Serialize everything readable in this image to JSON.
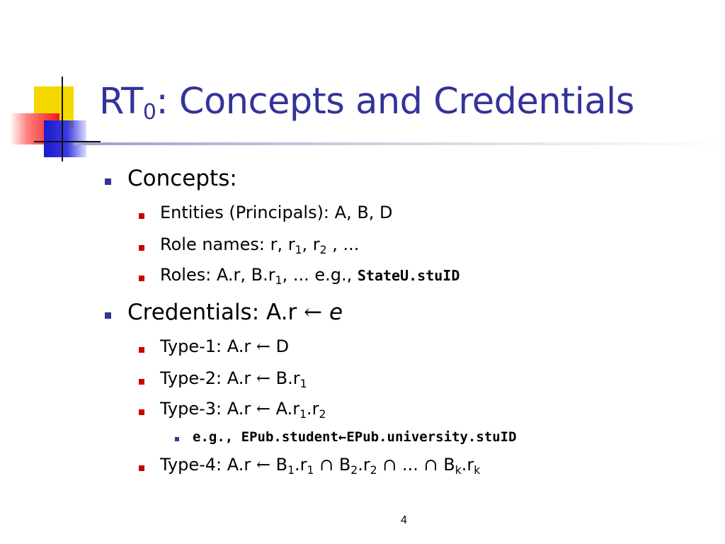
{
  "title": {
    "main": "RT",
    "sub": "0",
    "rest": ": Concepts and Credentials"
  },
  "concepts": {
    "heading": "Concepts:",
    "entities": "Entities (Principals): A, B, D",
    "role_names": {
      "prefix": "Role names: r, r",
      "s1": "1",
      "mid": ", r",
      "s2": "2",
      "suffix": " , ..."
    },
    "roles": {
      "prefix": "Roles: A.r, B.r",
      "s1": "1",
      "mid": ", ...  e.g., ",
      "code": "StateU.stuID"
    }
  },
  "credentials": {
    "heading": "Credentials:   A.r ",
    "arrow": "←",
    "var": "e",
    "type1": {
      "prefix": "Type-1: A.r ",
      "arrow": "←",
      "rest": " D"
    },
    "type2": {
      "prefix": "Type-2: A.r ",
      "arrow": "←",
      "rest": " B.r",
      "s1": "1"
    },
    "type3": {
      "prefix": "Type-3: A.r ",
      "arrow": "←",
      "rest": " A.r",
      "s1": "1",
      "mid": ".r",
      "s2": "2"
    },
    "type3_example": "e.g., EPub.student←EPub.university.stuID",
    "type4": {
      "prefix": "Type-4: A.r ",
      "arrow": "←",
      "b1": " B",
      "b1s": "1",
      "r1": ".r",
      "r1s": "1",
      "cap1": " ∩ ",
      "b2": "B",
      "b2s": "2",
      "r2": ".r",
      "r2s": "2",
      "cap2": " ∩ ",
      "dots": "...",
      "cap3": " ∩ ",
      "bk": "B",
      "bks": "k",
      "rk": ".r",
      "rks": "k"
    }
  },
  "page_number": "4",
  "colors": {
    "title": "#333399",
    "bullet_level1": "#333399",
    "bullet_level2": "#cc0000",
    "bullet_level3": "#333399"
  }
}
